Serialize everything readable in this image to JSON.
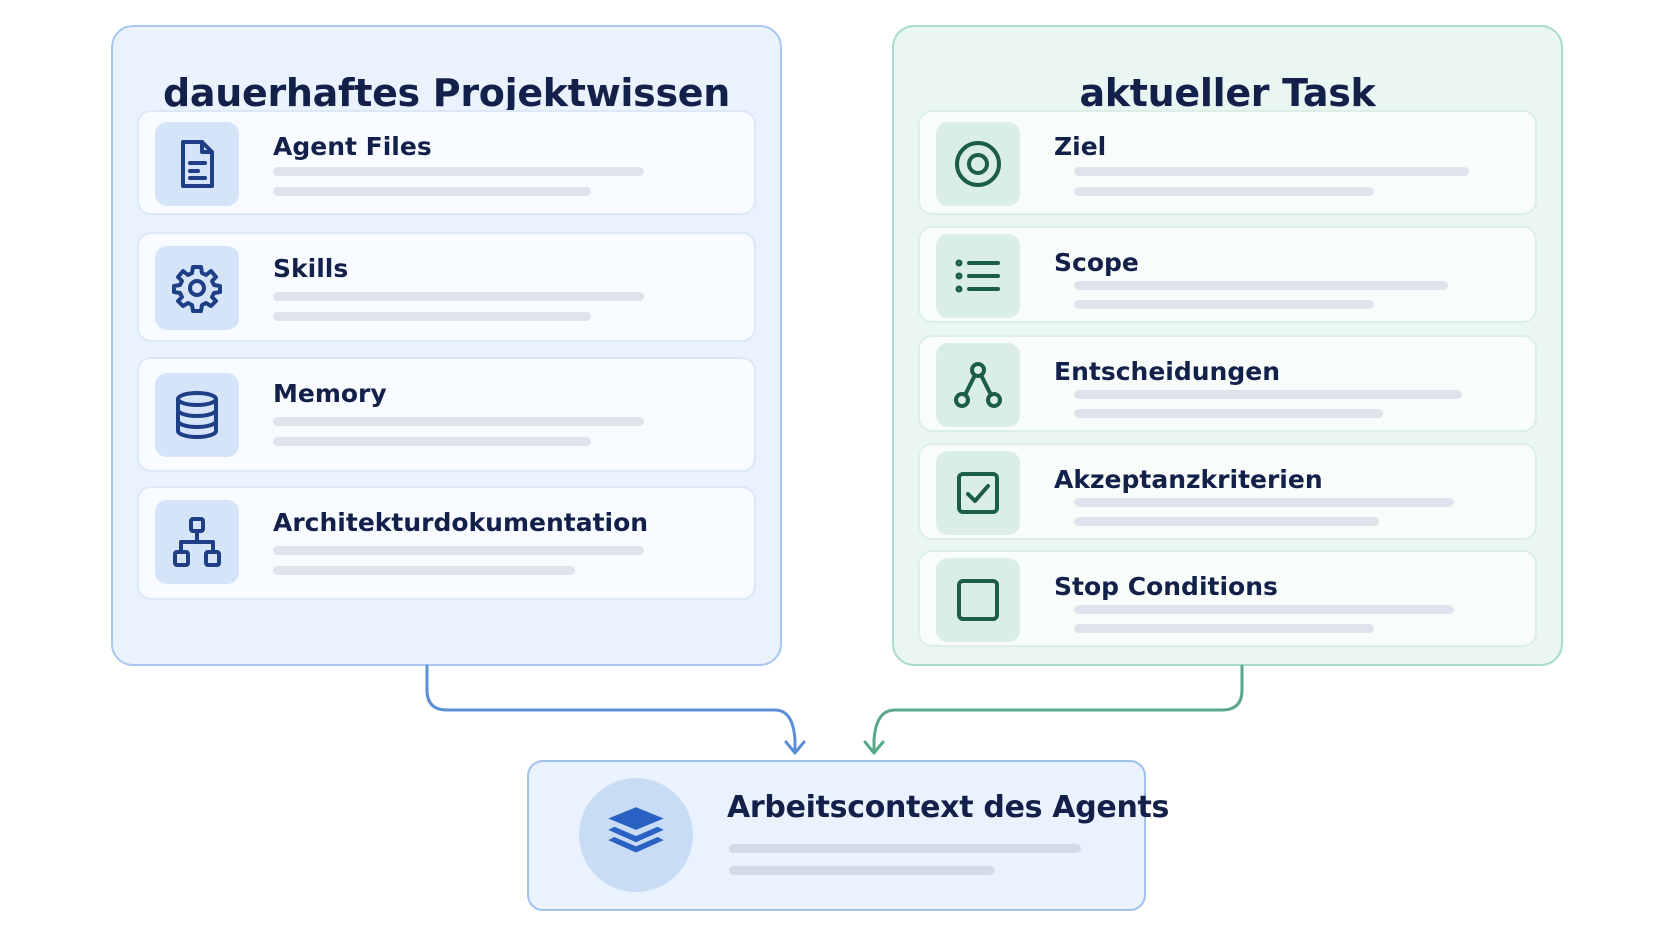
{
  "left_panel": {
    "title": "dauerhaftes Projektwissen",
    "items": [
      {
        "label": "Agent Files",
        "icon": "document-icon"
      },
      {
        "label": "Skills",
        "icon": "gear-icon"
      },
      {
        "label": "Memory",
        "icon": "database-icon"
      },
      {
        "label": "Architekturdokumentation",
        "icon": "hierarchy-icon"
      }
    ]
  },
  "right_panel": {
    "title": "aktueller Task",
    "items": [
      {
        "label": "Ziel",
        "icon": "target-icon"
      },
      {
        "label": "Scope",
        "icon": "list-icon"
      },
      {
        "label": "Entscheidungen",
        "icon": "branch-icon"
      },
      {
        "label": "Akzeptanzkriterien",
        "icon": "checkbox-checked-icon"
      },
      {
        "label": "Stop Conditions",
        "icon": "checkbox-empty-icon"
      }
    ]
  },
  "result": {
    "label": "Arbeitscontext des Agents",
    "icon": "layers-icon"
  },
  "colors": {
    "left_accent": "#1e3f86",
    "right_accent": "#1b5e45",
    "left_arrow": "#5b8fd6",
    "right_arrow": "#5aa88a",
    "layers_fill": "#2a62c4"
  }
}
